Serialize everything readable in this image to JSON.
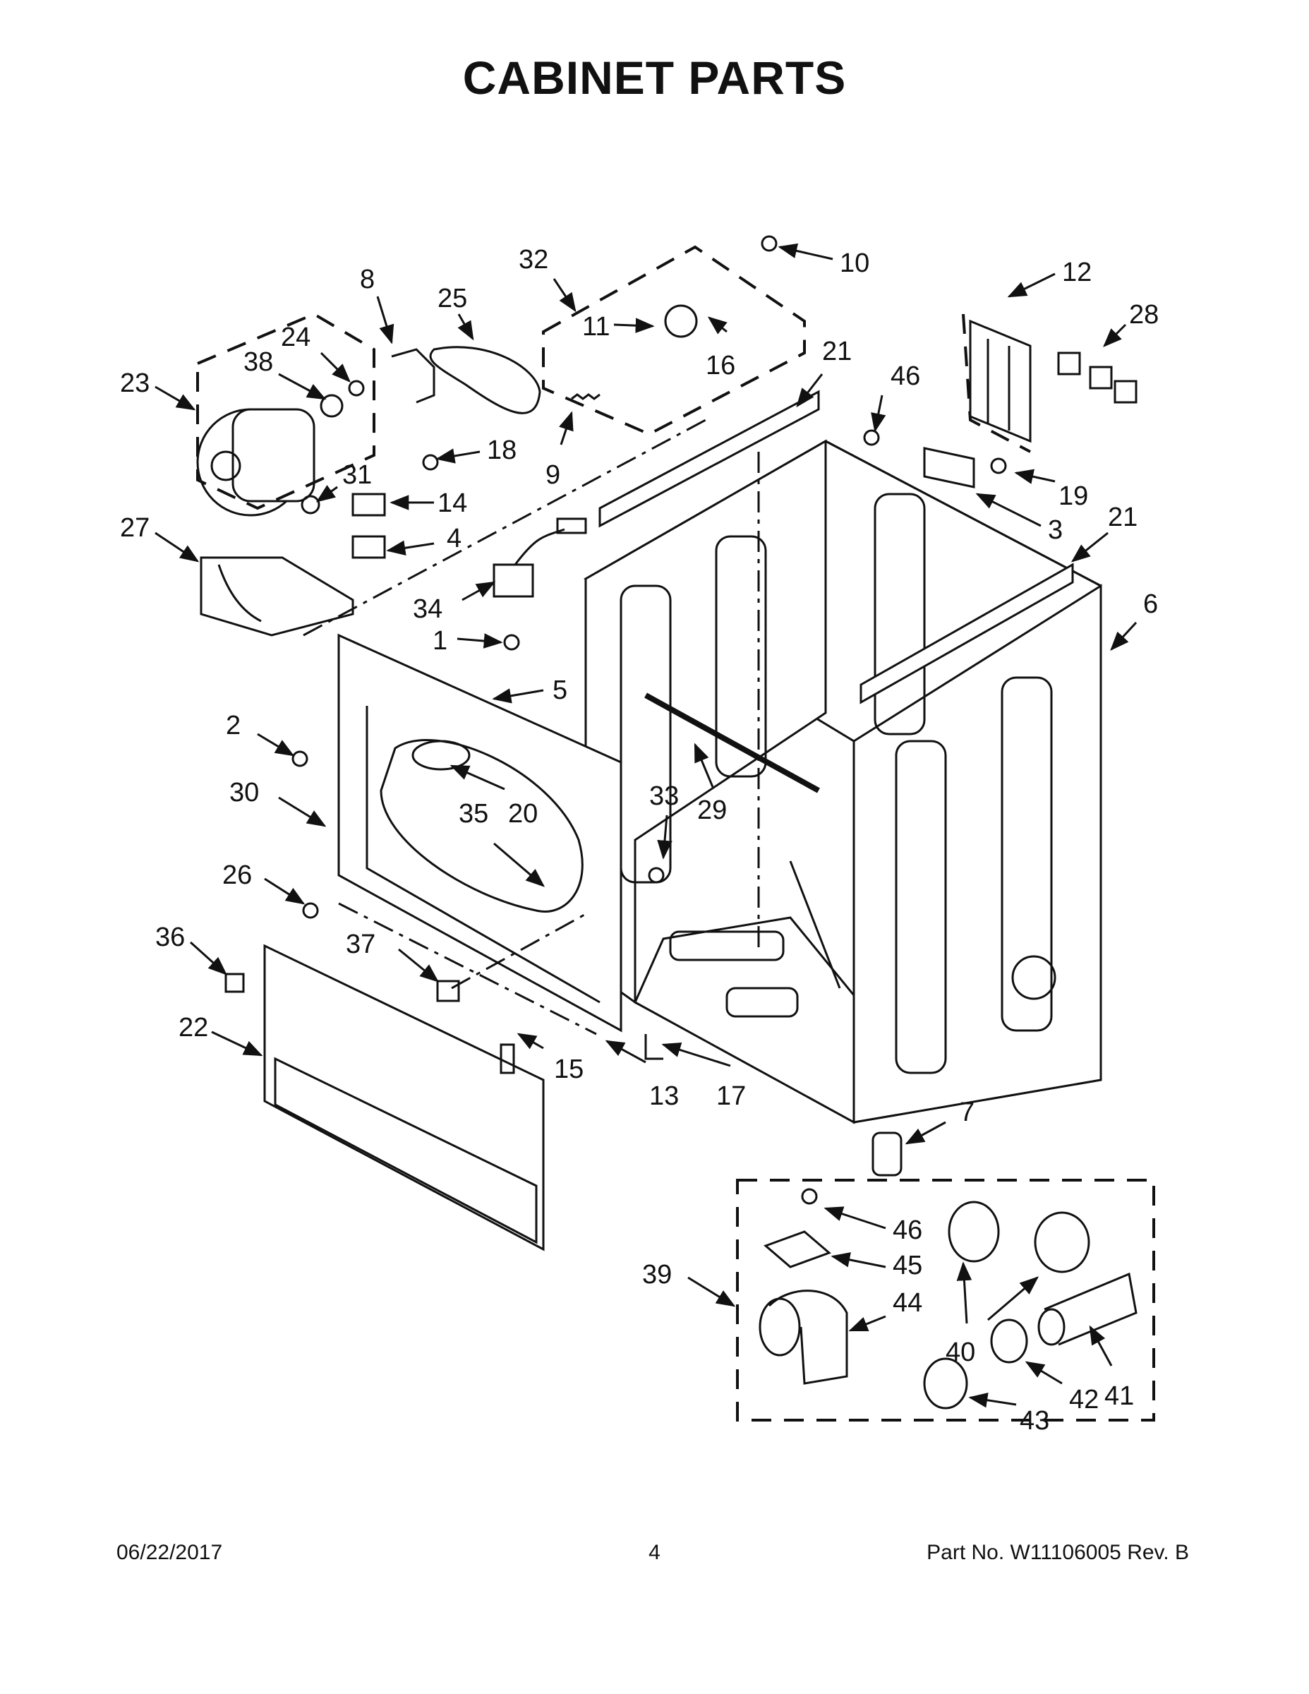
{
  "title": "CABINET PARTS",
  "callouts": [
    {
      "id": "c1",
      "label": "1"
    },
    {
      "id": "c2",
      "label": "2"
    },
    {
      "id": "c3",
      "label": "3"
    },
    {
      "id": "c4",
      "label": "4"
    },
    {
      "id": "c5",
      "label": "5"
    },
    {
      "id": "c6",
      "label": "6"
    },
    {
      "id": "c7",
      "label": "7"
    },
    {
      "id": "c8",
      "label": "8"
    },
    {
      "id": "c9",
      "label": "9"
    },
    {
      "id": "c10",
      "label": "10"
    },
    {
      "id": "c11",
      "label": "11"
    },
    {
      "id": "c12",
      "label": "12"
    },
    {
      "id": "c13",
      "label": "13"
    },
    {
      "id": "c14",
      "label": "14"
    },
    {
      "id": "c15",
      "label": "15"
    },
    {
      "id": "c16",
      "label": "16"
    },
    {
      "id": "c17",
      "label": "17"
    },
    {
      "id": "c18",
      "label": "18"
    },
    {
      "id": "c19",
      "label": "19"
    },
    {
      "id": "c20",
      "label": "20"
    },
    {
      "id": "c21a",
      "label": "21"
    },
    {
      "id": "c21b",
      "label": "21"
    },
    {
      "id": "c22",
      "label": "22"
    },
    {
      "id": "c23",
      "label": "23"
    },
    {
      "id": "c24",
      "label": "24"
    },
    {
      "id": "c25",
      "label": "25"
    },
    {
      "id": "c26",
      "label": "26"
    },
    {
      "id": "c27",
      "label": "27"
    },
    {
      "id": "c28",
      "label": "28"
    },
    {
      "id": "c29",
      "label": "29"
    },
    {
      "id": "c30",
      "label": "30"
    },
    {
      "id": "c31",
      "label": "31"
    },
    {
      "id": "c32",
      "label": "32"
    },
    {
      "id": "c33",
      "label": "33"
    },
    {
      "id": "c34",
      "label": "34"
    },
    {
      "id": "c35",
      "label": "35"
    },
    {
      "id": "c36",
      "label": "36"
    },
    {
      "id": "c37",
      "label": "37"
    },
    {
      "id": "c38",
      "label": "38"
    },
    {
      "id": "c39",
      "label": "39"
    },
    {
      "id": "c40",
      "label": "40"
    },
    {
      "id": "c41",
      "label": "41"
    },
    {
      "id": "c42",
      "label": "42"
    },
    {
      "id": "c43",
      "label": "43"
    },
    {
      "id": "c44",
      "label": "44"
    },
    {
      "id": "c45",
      "label": "45"
    },
    {
      "id": "c46a",
      "label": "46"
    },
    {
      "id": "c46b",
      "label": "46"
    }
  ],
  "footer": {
    "date": "06/22/2017",
    "page": "4",
    "part_no": "Part No.  W11106005  Rev.  B"
  }
}
